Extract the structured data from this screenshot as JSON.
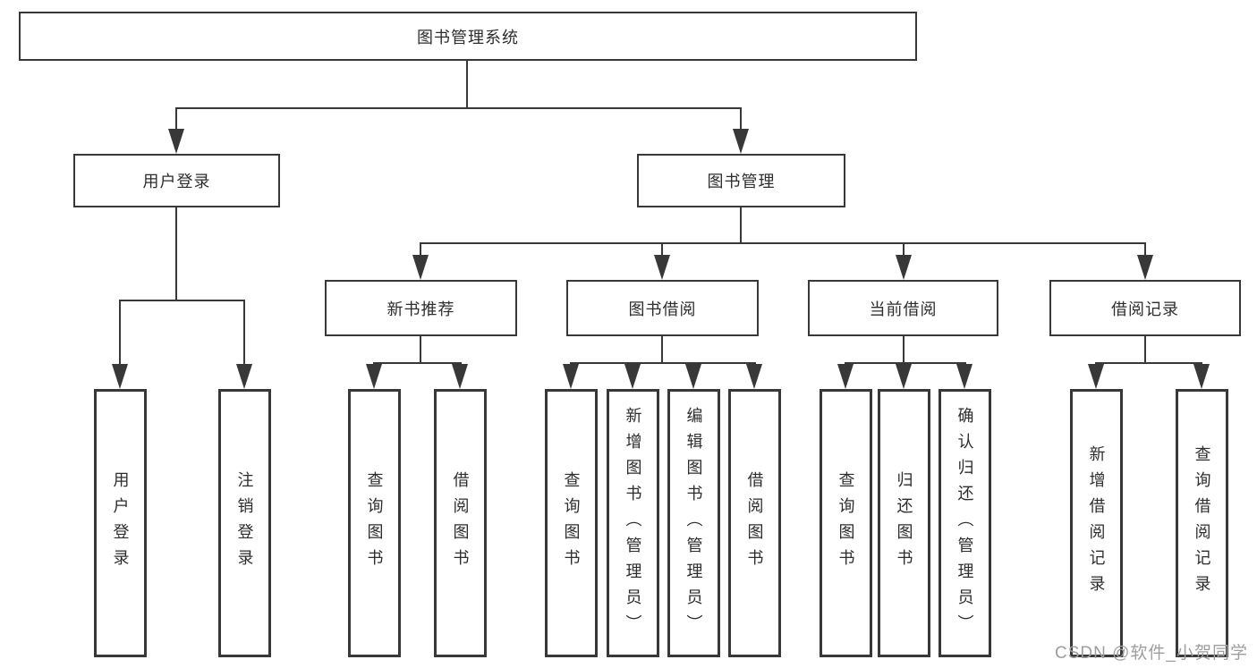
{
  "diagram": {
    "title": "图书管理系统",
    "level2": [
      {
        "label": "用户登录"
      },
      {
        "label": "图书管理"
      }
    ],
    "level3": [
      {
        "label": "新书推荐",
        "parent": "图书管理"
      },
      {
        "label": "图书借阅",
        "parent": "图书管理"
      },
      {
        "label": "当前借阅",
        "parent": "图书管理"
      },
      {
        "label": "借阅记录",
        "parent": "图书管理"
      }
    ],
    "leaves": [
      {
        "label": "用户登录",
        "parent": "用户登录"
      },
      {
        "label": "注销登录",
        "parent": "用户登录"
      },
      {
        "label": "查询图书",
        "parent": "新书推荐"
      },
      {
        "label": "借阅图书",
        "parent": "新书推荐"
      },
      {
        "label": "查询图书",
        "parent": "图书借阅"
      },
      {
        "label": "新增图书（管理员）",
        "parent": "图书借阅"
      },
      {
        "label": "编辑图书（管理员）",
        "parent": "图书借阅"
      },
      {
        "label": "借阅图书",
        "parent": "图书借阅"
      },
      {
        "label": "查询图书",
        "parent": "当前借阅"
      },
      {
        "label": "归还图书",
        "parent": "当前借阅"
      },
      {
        "label": "确认归还（管理员）",
        "parent": "当前借阅"
      },
      {
        "label": "新增借阅记录",
        "parent": "借阅记录"
      },
      {
        "label": "查询借阅记录",
        "parent": "借阅记录"
      }
    ]
  },
  "watermark": {
    "text": "CSDN @软件_小贺同学"
  },
  "colors": {
    "line": "#383838",
    "text": "#2d2d2d",
    "box_background": "#ffffff",
    "page_background": "#ffffff",
    "watermark": "#9e9e9e"
  }
}
